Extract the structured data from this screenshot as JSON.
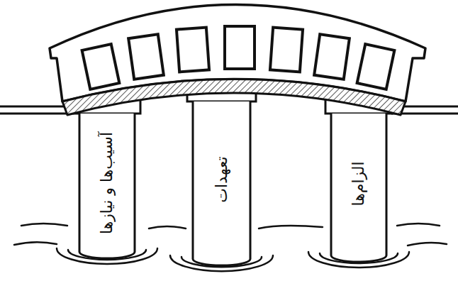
{
  "diagram": {
    "nodes": [
      {
        "text": [
          "الزام‌ها"
        ]
      },
      {
        "text": [
          "تعهدات"
        ]
      },
      {
        "text": [
          "آسیب‌ها و نیازها"
        ]
      }
    ]
  }
}
